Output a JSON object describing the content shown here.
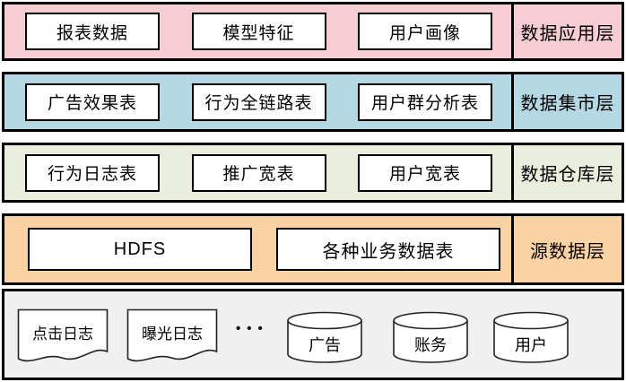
{
  "diagram_title": "data-warehouse-architecture",
  "layers": [
    {
      "label": "数据应用层",
      "boxes": [
        "报表数据",
        "模型特征",
        "用户画像"
      ],
      "color": "#f5cdd3"
    },
    {
      "label": "数据集市层",
      "boxes": [
        "广告效果表",
        "行为全链路表",
        "用户群分析表"
      ],
      "color": "#b5d9e4"
    },
    {
      "label": "数据仓库层",
      "boxes": [
        "行为日志表",
        "推广宽表",
        "用户宽表"
      ],
      "color": "#eaeedd"
    },
    {
      "label": "源数据层",
      "boxes": [
        "HDFS",
        "各种业务数据表"
      ],
      "color": "#fbd2a4"
    }
  ],
  "raw_layer": {
    "background": "#f0f0f0",
    "documents": [
      "点击日志",
      "曝光日志"
    ],
    "ellipsis": "•••",
    "databases": [
      "广告",
      "账务",
      "用户"
    ]
  },
  "style": {
    "border_color": "#000000",
    "box_fill": "#ffffff"
  }
}
